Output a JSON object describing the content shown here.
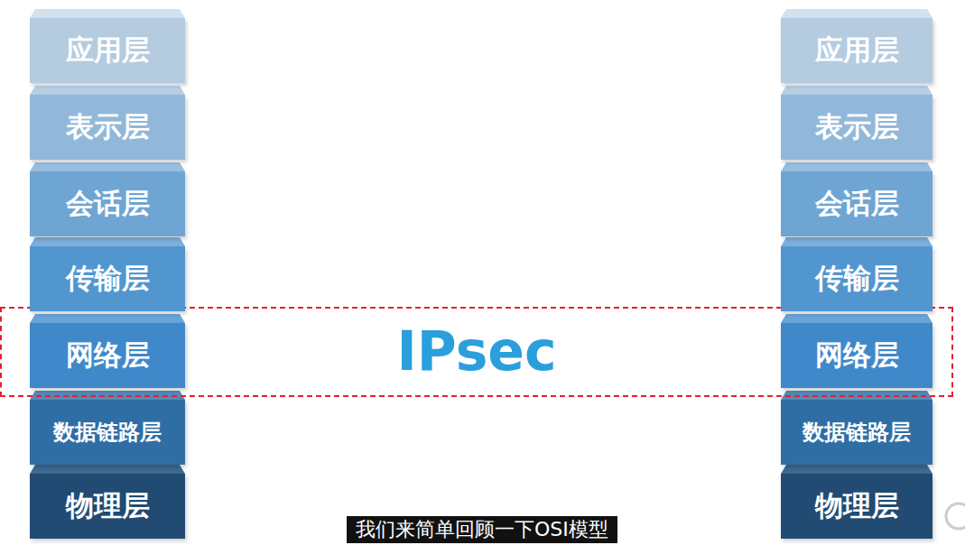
{
  "diagram": {
    "caption": "我们来简单回顾一下OSI模型",
    "nodes": [
      {
        "text": [
          "IPsec"
        ]
      },
      {
        "text": [
          "应用层"
        ]
      },
      {
        "text": [
          "表示层"
        ]
      },
      {
        "text": [
          "会话层"
        ]
      },
      {
        "text": [
          "传输层"
        ]
      },
      {
        "text": [
          "网络层"
        ],
        "in": 0
      },
      {
        "text": [
          "数据链路层"
        ]
      },
      {
        "text": [
          "物理层"
        ]
      },
      {
        "text": [
          "应用层"
        ]
      },
      {
        "text": [
          "表示层"
        ]
      },
      {
        "text": [
          "会话层"
        ]
      },
      {
        "text": [
          "传输层"
        ]
      },
      {
        "text": [
          "网络层"
        ],
        "in": 0
      },
      {
        "text": [
          "数据链路层"
        ]
      },
      {
        "text": [
          "物理层"
        ]
      }
    ]
  }
}
